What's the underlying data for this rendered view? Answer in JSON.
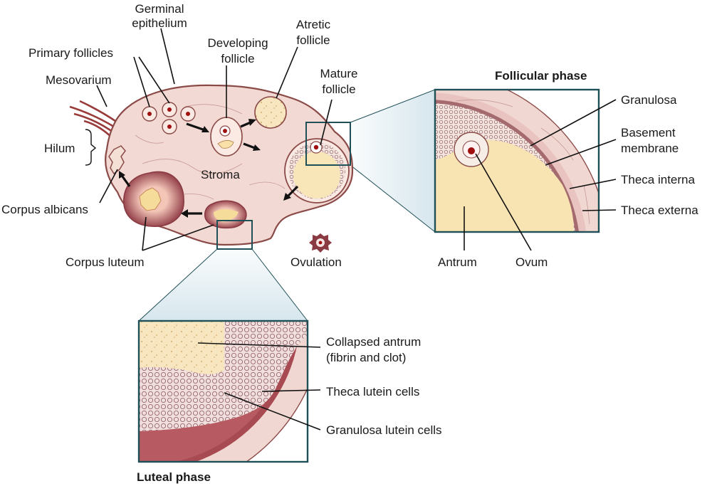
{
  "labels": {
    "germinal_epithelium_1": "Germinal",
    "germinal_epithelium_2": "epithelium",
    "primary_follicles": "Primary follicles",
    "developing_follicle_1": "Developing",
    "developing_follicle_2": "follicle",
    "atretic_follicle_1": "Atretic",
    "atretic_follicle_2": "follicle",
    "mature_follicle_1": "Mature",
    "mature_follicle_2": "follicle",
    "mesovarium": "Mesovarium",
    "hilum": "Hilum",
    "stroma": "Stroma",
    "corpus_albicans": "Corpus albicans",
    "corpus_luteum": "Corpus luteum",
    "ovulation": "Ovulation",
    "follicular_phase": "Follicular phase",
    "granulosa": "Granulosa",
    "basement_membrane_1": "Basement",
    "basement_membrane_2": "membrane",
    "theca_interna": "Theca interna",
    "theca_externa": "Theca externa",
    "antrum": "Antrum",
    "ovum": "Ovum",
    "luteal_phase": "Luteal phase",
    "collapsed_antrum_1": "Collapsed antrum",
    "collapsed_antrum_2": "(fibrin and clot)",
    "theca_lutein_cells": "Theca lutein cells",
    "granulosa_lutein_cells": "Granulosa lutein cells"
  },
  "colors": {
    "ovary_fill": "#f3d9d3",
    "ovary_stroke": "#8a4a48",
    "follicle_fill": "#f8e8c2",
    "luteum_dark": "#9b4a52",
    "luteum_core": "#f6dc9a",
    "inset_frame": "#1f4f57",
    "callout_shade": "#cfe2ea",
    "ovum_red": "#a01010"
  }
}
